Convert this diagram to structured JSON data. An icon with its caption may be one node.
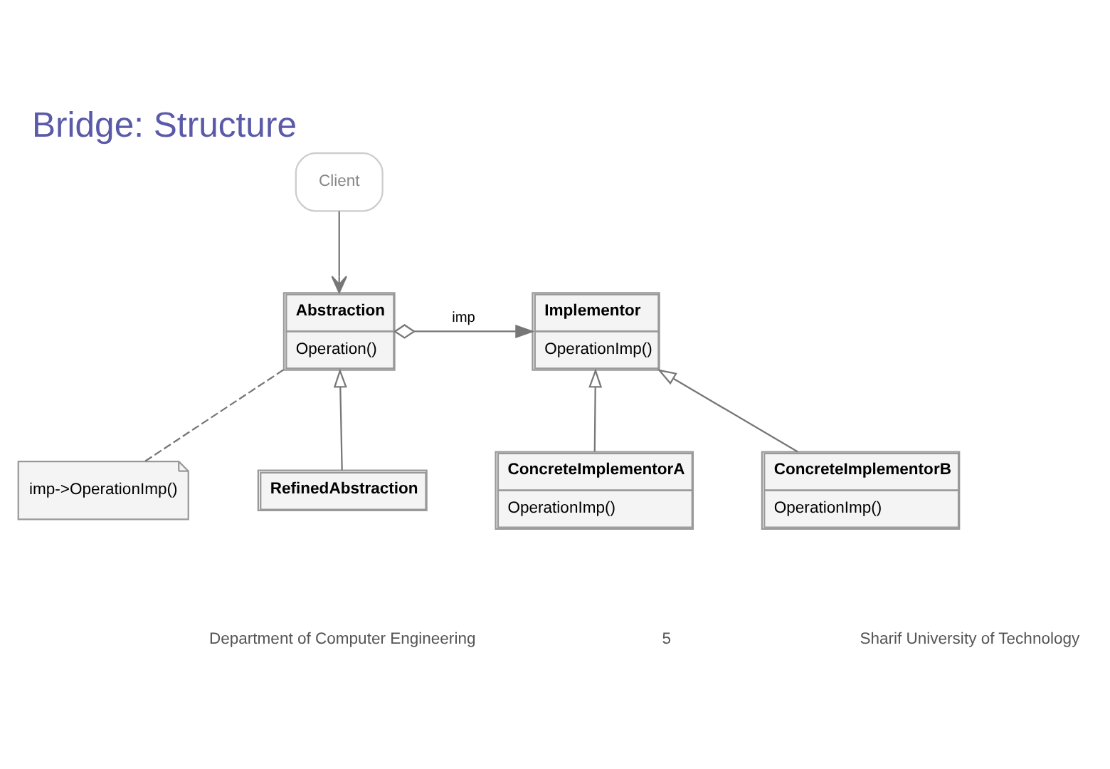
{
  "diagram": {
    "title": "Bridge: Structure",
    "nodes": [
      {
        "text": [
          "Client"
        ]
      },
      {
        "text": [
          "Abstraction",
          "Operation()"
        ]
      },
      {
        "text": [
          "imp->OperationImp()"
        ]
      },
      {
        "text": [
          "Implementor",
          "OperationImp()"
        ]
      },
      {
        "text": [
          "RefinedAbstraction"
        ]
      },
      {
        "text": [
          "ConcreteImplementorA",
          "OperationImp()"
        ]
      },
      {
        "text": [
          "ConcreteImplementorB",
          "OperationImp()"
        ]
      }
    ],
    "edges": [
      {
        "from": 0,
        "to": 1,
        "arrow": "to"
      },
      {
        "from": 1,
        "to": 3,
        "arrow": "to",
        "label": "imp"
      },
      {
        "from": 1,
        "to": 2,
        "arrow": "none",
        "style": "dashed"
      },
      {
        "from": 4,
        "to": 1,
        "arrow": "to"
      },
      {
        "from": 5,
        "to": 3,
        "arrow": "to"
      },
      {
        "from": 6,
        "to": 3,
        "arrow": "to"
      }
    ],
    "labels": [
      "Department of Computer Engineering",
      "5",
      "Sharif University of Technology"
    ]
  }
}
